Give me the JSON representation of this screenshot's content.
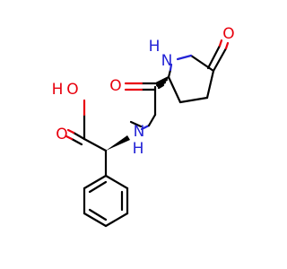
{
  "molecule": {
    "atoms": {
      "hydroxyl_oxygen": "O",
      "hydroxyl_hydrogen": "H",
      "carbonyl_oxygen_acid": "O",
      "amide_nitrogen": "N",
      "amide_hydrogen": "H",
      "amide_carbonyl_oxygen": "O",
      "ring_nitrogen": "N",
      "ring_nitrogen_hydrogen": "H",
      "ring_carbonyl_oxygen": "O"
    },
    "colors": {
      "carbon_bond": "#000000",
      "oxygen": "#e8000d",
      "nitrogen": "#2323d6",
      "background": "#ffffff"
    }
  }
}
